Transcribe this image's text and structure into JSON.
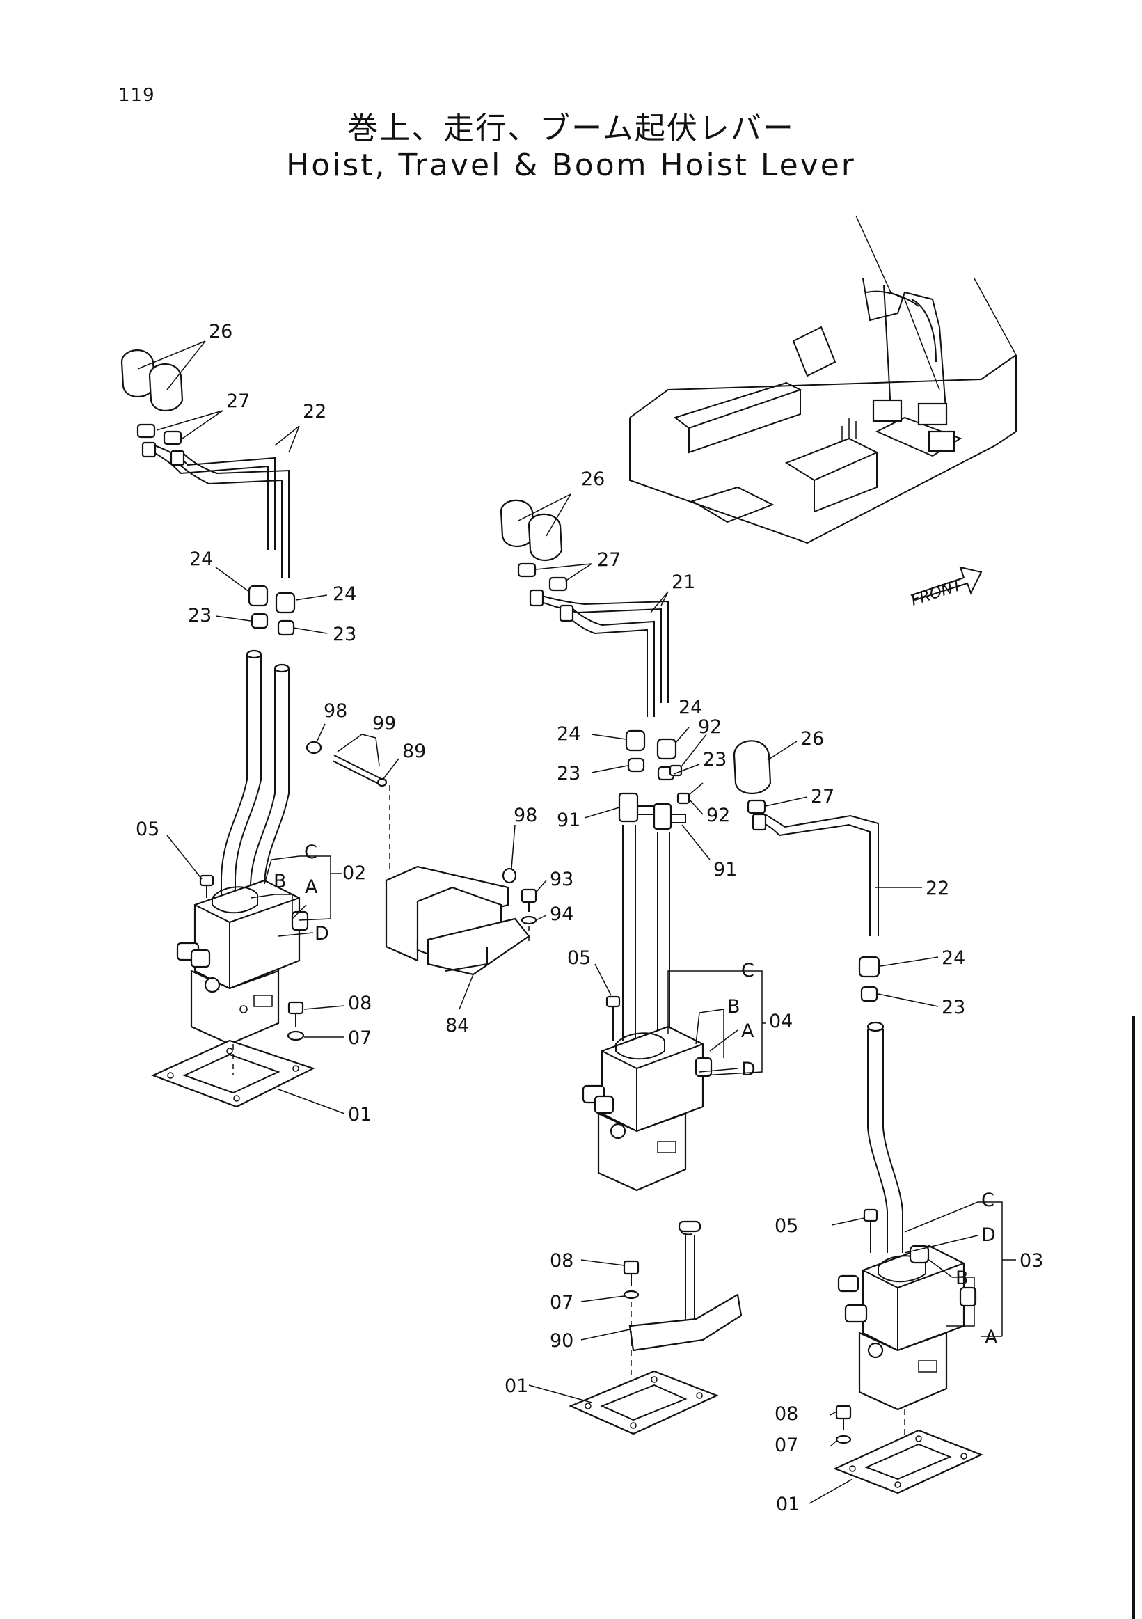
{
  "page": {
    "number": "119",
    "title_jp": "巻上、走行、ブーム起伏レバー",
    "title_en": "Hoist, Travel & Boom Hoist Lever"
  },
  "diagram": {
    "front_label": "FRONT",
    "labels": {
      "l26a": "26",
      "l27a": "27",
      "l22a": "22",
      "l24a": "24",
      "l24b": "24",
      "l23a": "23",
      "l23b": "23",
      "l05a": "05",
      "lCa": "C",
      "lBa": "B",
      "lAa": "A",
      "l02": "02",
      "lDa": "D",
      "l08a": "08",
      "l07a": "07",
      "l01a": "01",
      "l98a": "98",
      "l99": "99",
      "l89": "89",
      "l98b": "98",
      "l93": "93",
      "l94": "94",
      "l84": "84",
      "l26b": "26",
      "l27b": "27",
      "l21": "21",
      "l24c": "24",
      "l24d": "24",
      "l92a": "92",
      "l23c": "23",
      "l23d": "23",
      "l91a": "91",
      "l92b": "92",
      "l91b": "91",
      "l05b": "05",
      "lCb": "C",
      "lBb": "B",
      "lAb": "A",
      "l04": "04",
      "lDb": "D",
      "l26c": "26",
      "l27c": "27",
      "l22b": "22",
      "l24e": "24",
      "l23e": "23",
      "l08b": "08",
      "l07b": "07",
      "l90": "90",
      "l01b": "01",
      "l05c": "05",
      "lCc": "C",
      "lDc": "D",
      "lBc": "B",
      "l03": "03",
      "lAc": "A",
      "l08c": "08",
      "l07c": "07",
      "l01c": "01"
    }
  }
}
